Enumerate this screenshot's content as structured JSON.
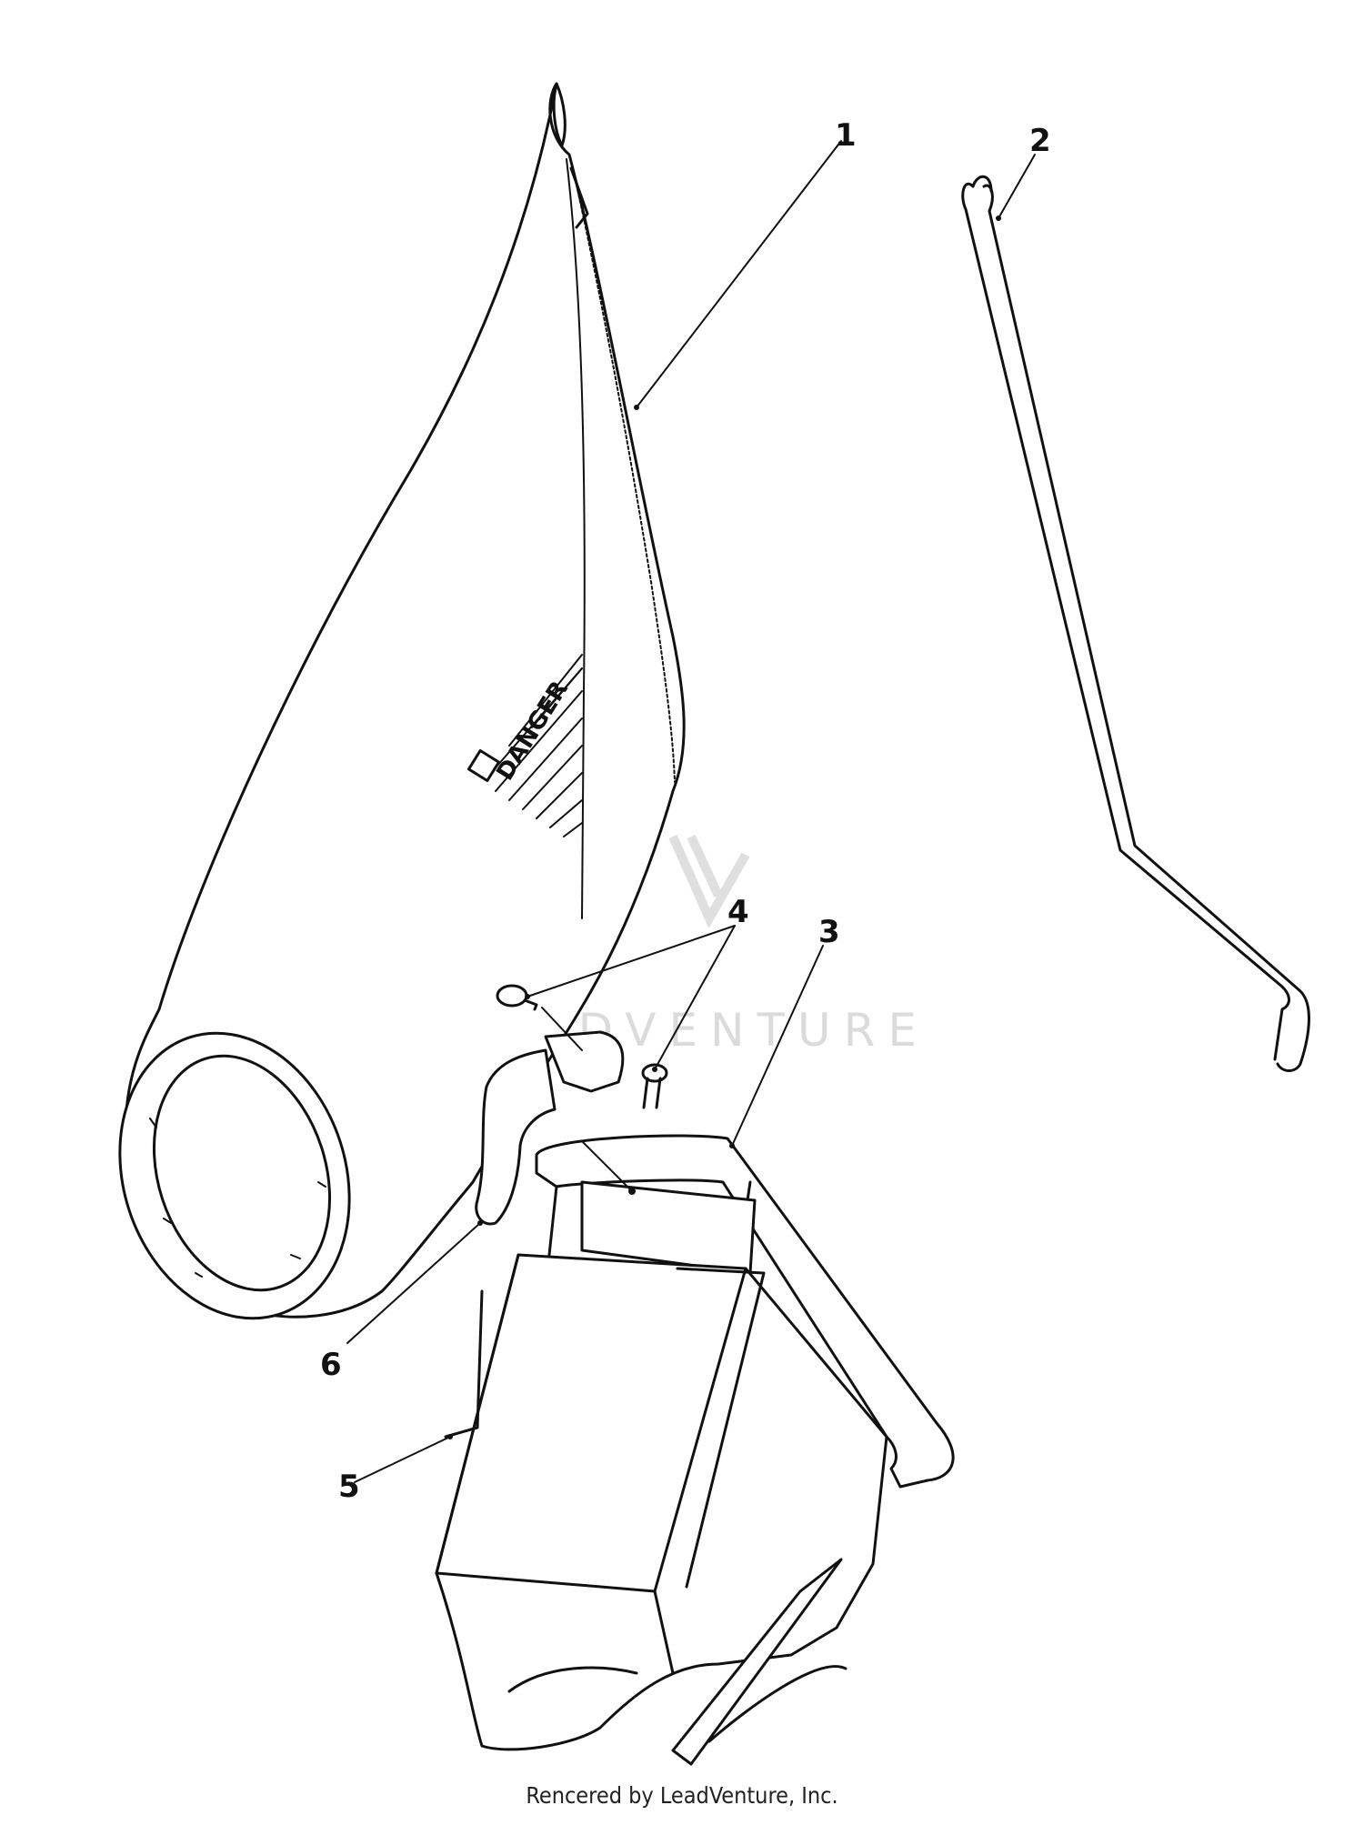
{
  "diagram": {
    "callouts": [
      {
        "number": "1",
        "part": "bag"
      },
      {
        "number": "2",
        "part": "rod"
      },
      {
        "number": "3",
        "part": "frame"
      },
      {
        "number": "4",
        "part": "rivets"
      },
      {
        "number": "5",
        "part": "chute"
      },
      {
        "number": "6",
        "part": "clip"
      }
    ],
    "bag_label": "DANGER",
    "watermark": "LEADVENTURE"
  },
  "footer": {
    "credit": "Rencered by LeadVenture, Inc."
  }
}
